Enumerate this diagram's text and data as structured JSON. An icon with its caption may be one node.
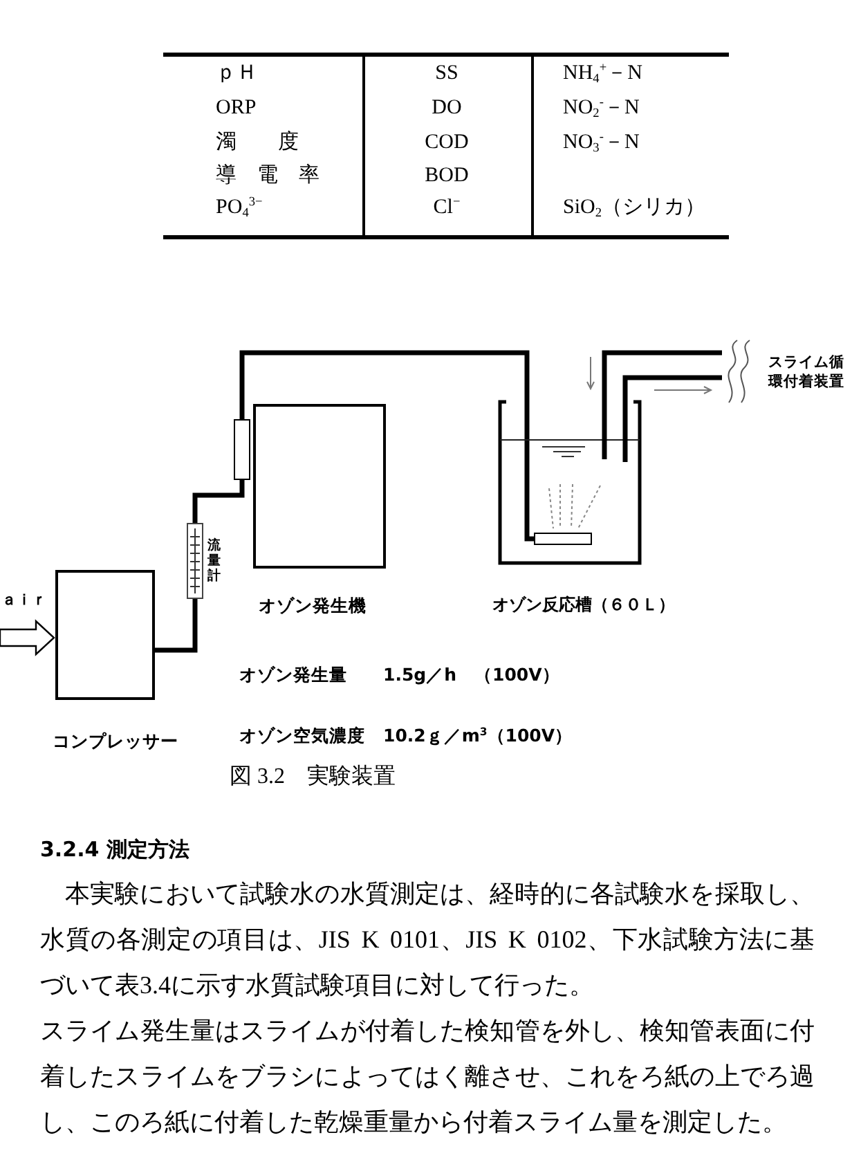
{
  "diagram": {
    "caption": "図 3.2　実験装置",
    "nodes": [
      {
        "text": [
          "コンプレッサー"
        ]
      },
      {
        "text": [
          "流量計"
        ]
      },
      {
        "text": [],
        "shape": "box"
      },
      {
        "text": [
          "オゾン発生機"
        ]
      },
      {
        "text": [
          "オゾン反応槽（６０Ｌ）"
        ]
      },
      {
        "text": [],
        "shape": "box",
        "in": 4
      },
      {
        "text": [
          "スライム循環付着装置"
        ]
      }
    ],
    "edges": [
      {
        "from": null,
        "to": 0,
        "arrow": "to",
        "label": "ａｉｒ"
      },
      {
        "from": 0,
        "to": 1,
        "arrow": "none"
      },
      {
        "from": 1,
        "to": 2,
        "arrow": "none"
      },
      {
        "from": 2,
        "to": 5,
        "arrow": "none"
      },
      {
        "from": 6,
        "to": 4,
        "arrow": "none"
      },
      {
        "from": 4,
        "to": 6,
        "arrow": "none"
      }
    ],
    "labels": [
      "ｐＨ",
      "SS",
      "NH$_{4}$$^{+}$－N",
      "ORP",
      "DO",
      "NO$_{2}$$^{-}$－N",
      "濁　　度",
      "COD",
      "NO$_{3}$$^{-}$－N",
      "導　電　率",
      "BOD",
      "PO$_{4}$$^{3−}$",
      "Cl$^{−}$",
      "SiO$_{2}$（シリカ）",
      "オゾン発生量　　1.5g／h　（100V）",
      "オゾン空気濃度　10.2ｇ／m$^{3}$（100V）",
      "3.2.4 測定方法",
      "本実験において試験水の水質測定は、経時的に各試験水を採取し、水質の各測定の項目は、JIS K 0101、JIS K 0102、下水試験方法に基づいて表3.4に示す水質試験項目に対して行った。",
      "スライム発生量はスライムが付着した検知管を外し、検知管表面に付着したスライムをブラシによってはく離させ、これをろ紙の上でろ過し、このろ紙に付着した乾燥重量から付着スライム量を測定した。"
    ]
  }
}
